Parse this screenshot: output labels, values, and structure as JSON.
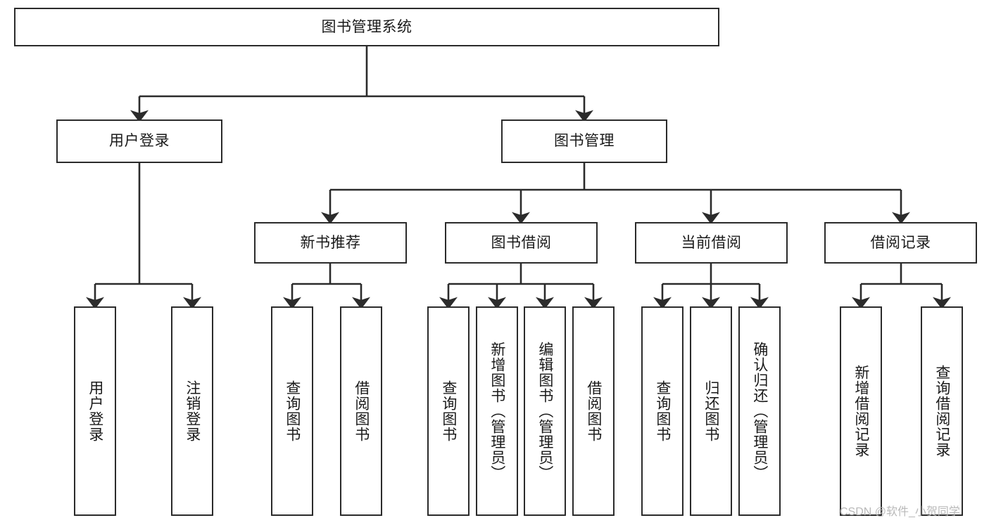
{
  "diagram": {
    "type": "hierarchy-tree",
    "title": "图书管理系统",
    "watermark": "CSDN @软件_小贺同学",
    "colors": {
      "border": "#2b2b2b",
      "background": "#ffffff",
      "text": "#1a1a1a",
      "watermark": "#b9b9b9"
    },
    "levels": {
      "root": {
        "label": "图书管理系统"
      },
      "level2": [
        {
          "id": "user-login",
          "label": "用户登录"
        },
        {
          "id": "book-management",
          "label": "图书管理"
        }
      ],
      "level3": [
        {
          "id": "new-book-recommend",
          "label": "新书推荐",
          "parent": "book-management"
        },
        {
          "id": "book-borrow",
          "label": "图书借阅",
          "parent": "book-management"
        },
        {
          "id": "current-borrow",
          "label": "当前借阅",
          "parent": "book-management"
        },
        {
          "id": "borrow-record",
          "label": "借阅记录",
          "parent": "book-management"
        }
      ],
      "leaves": [
        {
          "id": "leaf-user-login",
          "label": "用户登录",
          "parent": "user-login"
        },
        {
          "id": "leaf-logout-login",
          "label": "注销登录",
          "parent": "user-login"
        },
        {
          "id": "leaf-query-book-1",
          "label": "查询图书",
          "parent": "new-book-recommend"
        },
        {
          "id": "leaf-borrow-book-1",
          "label": "借阅图书",
          "parent": "new-book-recommend"
        },
        {
          "id": "leaf-query-book-2",
          "label": "查询图书",
          "parent": "book-borrow"
        },
        {
          "id": "leaf-add-book",
          "label": "新增图书（管理员）",
          "parent": "book-borrow"
        },
        {
          "id": "leaf-edit-book",
          "label": "编辑图书（管理员）",
          "parent": "book-borrow"
        },
        {
          "id": "leaf-borrow-book-2",
          "label": "借阅图书",
          "parent": "book-borrow"
        },
        {
          "id": "leaf-query-book-3",
          "label": "查询图书",
          "parent": "current-borrow"
        },
        {
          "id": "leaf-return-book",
          "label": "归还图书",
          "parent": "current-borrow"
        },
        {
          "id": "leaf-confirm-return",
          "label": "确认归还（管理员）",
          "parent": "current-borrow"
        },
        {
          "id": "leaf-add-record",
          "label": "新增借阅记录",
          "parent": "borrow-record"
        },
        {
          "id": "leaf-query-record",
          "label": "查询借阅记录",
          "parent": "borrow-record"
        }
      ]
    }
  }
}
